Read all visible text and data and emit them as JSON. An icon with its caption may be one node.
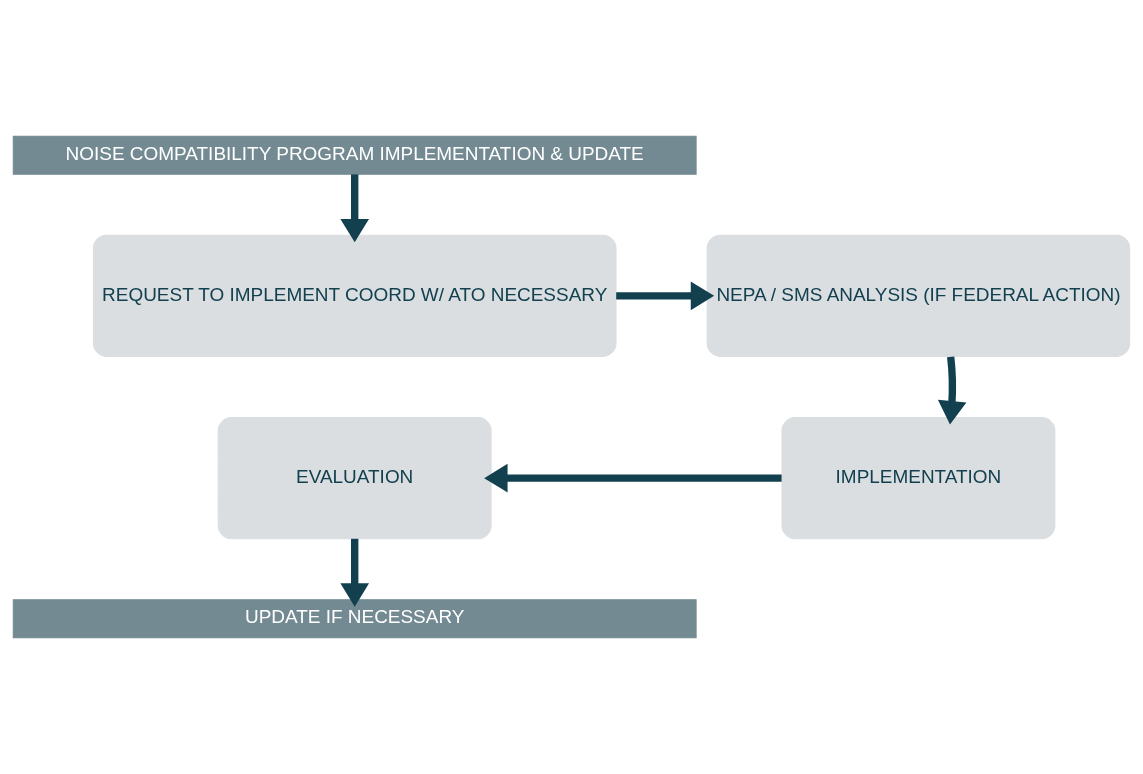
{
  "diagram": {
    "nodes": [
      {
        "text": [
          "NOISE COMPATIBILITY PROGRAM IMPLEMENTATION & UPDATE"
        ]
      },
      {
        "text": [
          "REQUEST TO IMPLEMENT COORD W/ ATO NECESSARY"
        ]
      },
      {
        "text": [
          "NEPA / SMS ANALYSIS (IF FEDERAL ACTION)"
        ]
      },
      {
        "text": [
          "EVALUATION"
        ]
      },
      {
        "text": [
          "IMPLEMENTATION"
        ]
      },
      {
        "text": [
          "UPDATE IF NECESSARY"
        ]
      }
    ],
    "edges": [
      {
        "from": 0,
        "to": 1,
        "arrow": "to"
      },
      {
        "from": 1,
        "to": 2,
        "arrow": "to"
      },
      {
        "from": 2,
        "to": 4,
        "arrow": "to"
      },
      {
        "from": 4,
        "to": 3,
        "arrow": "to"
      },
      {
        "from": 3,
        "to": 5,
        "arrow": "to"
      }
    ]
  }
}
